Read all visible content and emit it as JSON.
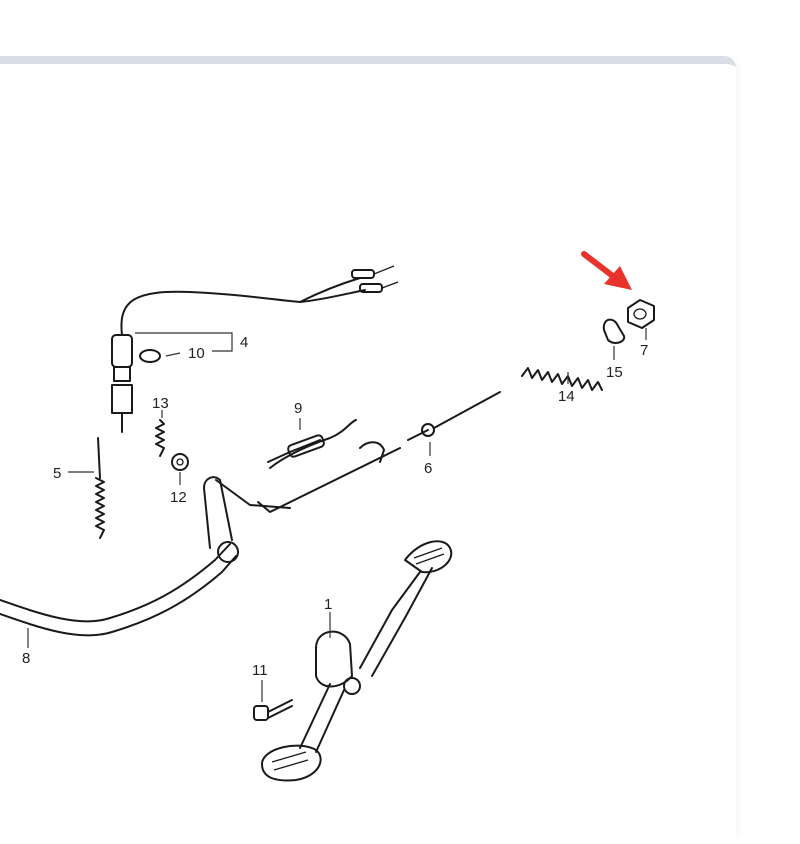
{
  "callouts": [
    {
      "id": "1",
      "text": "1"
    },
    {
      "id": "4",
      "text": "4"
    },
    {
      "id": "5",
      "text": "5"
    },
    {
      "id": "6",
      "text": "6"
    },
    {
      "id": "7",
      "text": "7"
    },
    {
      "id": "8",
      "text": "8"
    },
    {
      "id": "9",
      "text": "9"
    },
    {
      "id": "10",
      "text": "10"
    },
    {
      "id": "11",
      "text": "11"
    },
    {
      "id": "12",
      "text": "12"
    },
    {
      "id": "13",
      "text": "13"
    },
    {
      "id": "14",
      "text": "14"
    },
    {
      "id": "15",
      "text": "15"
    }
  ],
  "colors": {
    "arrow": "#e8322a",
    "card_border": "#d9dde6",
    "ink": "#1a1a1a"
  }
}
